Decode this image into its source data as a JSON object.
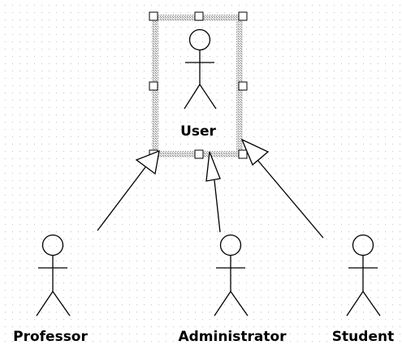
{
  "diagram": {
    "type": "uml-use-case-actor-generalization",
    "selected_actor": "User",
    "actors": [
      {
        "id": "user",
        "label": "User",
        "selected": true
      },
      {
        "id": "professor",
        "label": "Professor",
        "selected": false
      },
      {
        "id": "administrator",
        "label": "Administrator",
        "selected": false
      },
      {
        "id": "student",
        "label": "Student",
        "selected": false
      }
    ],
    "generalizations": [
      {
        "from": "professor",
        "to": "user"
      },
      {
        "from": "administrator",
        "to": "user"
      },
      {
        "from": "student",
        "to": "user"
      }
    ],
    "colors": {
      "line": "#000000",
      "background": "#ffffff",
      "grid_dot": "#c8c8c8",
      "selection_hatch": "#a8a8a8"
    }
  }
}
